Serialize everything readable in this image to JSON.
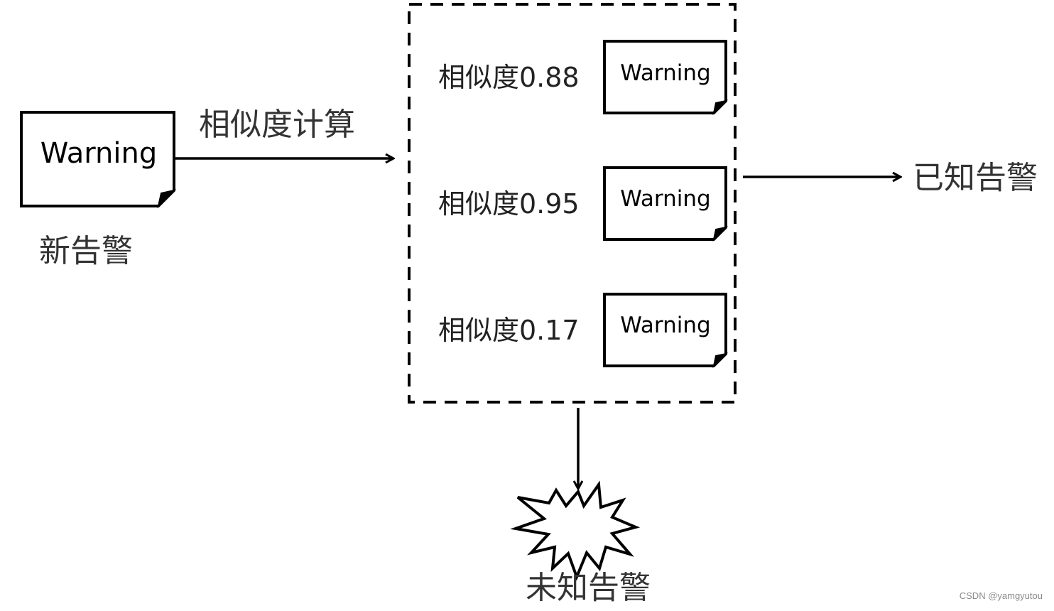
{
  "new_alert": {
    "doc_text": "Warning",
    "label": "新告警"
  },
  "edge_label": "相似度计算",
  "candidates": [
    {
      "similarity_label": "相似度0.88",
      "doc_text": "Warning"
    },
    {
      "similarity_label": "相似度0.95",
      "doc_text": "Warning"
    },
    {
      "similarity_label": "相似度0.17",
      "doc_text": "Warning"
    }
  ],
  "known_alert_label": "已知告警",
  "unknown_alert_label": "未知告警",
  "watermark": "CSDN @yamgyutou",
  "colors": {
    "stroke": "#000000",
    "label_text": "#333333",
    "watermark": "#8a8a8a"
  },
  "icons": [
    "document-icon",
    "explosion-icon",
    "arrow-icon"
  ]
}
